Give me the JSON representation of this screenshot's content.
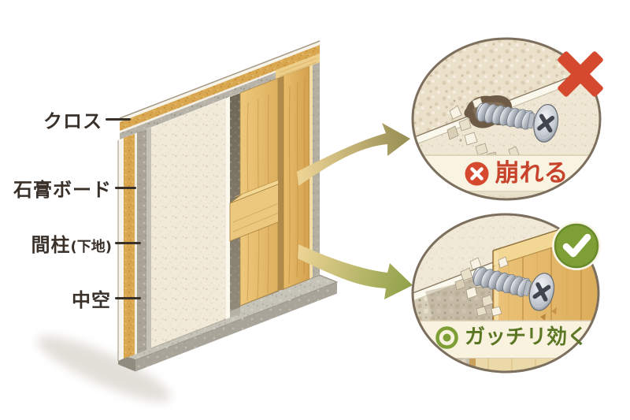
{
  "figure": {
    "wall_labels": [
      {
        "text": "クロス"
      },
      {
        "text": "石膏ボード"
      },
      {
        "text": "間柱",
        "sub": "(下地)"
      },
      {
        "text": "中空"
      }
    ],
    "inset_bad": {
      "result": "崩れる",
      "mark": "x-mark"
    },
    "inset_good": {
      "result": "ガッチリ効く",
      "mark": "check-mark"
    },
    "colors": {
      "bad_red": "#d5492f",
      "bad_text_red": "#c8432b",
      "good_green": "#7d9f35",
      "good_text_green": "#5b7724",
      "label_ink": "#39302a",
      "gypsum_core_ochre": "#d9a750",
      "wood_tan": "#e2b86a",
      "board_cream": "#f1ead9",
      "concrete_gray": "#c6c3b9",
      "arrow_tan": "#ecd394",
      "arrow_olive": "#92a24c"
    }
  }
}
